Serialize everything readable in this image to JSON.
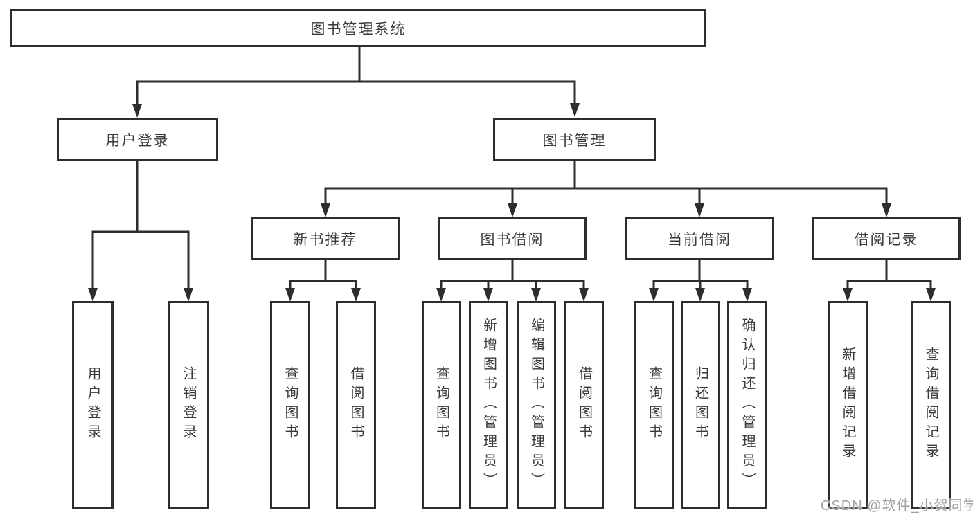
{
  "colors": {
    "line": "#2d2d2d",
    "box_background": "#ffffff",
    "label_text": "#3a3a3a",
    "watermark_text": "#9f9f9f"
  },
  "watermark": {
    "text": "CSDN @软件_小贺同学"
  },
  "tree": {
    "root": {
      "label": "图书管理系统"
    },
    "branches": [
      {
        "label": "用户登录",
        "children": [
          {
            "label": "用户登录"
          },
          {
            "label": "注销登录"
          }
        ]
      },
      {
        "label": "图书管理",
        "sections": [
          {
            "label": "新书推荐",
            "children": [
              {
                "label": "查询图书"
              },
              {
                "label": "借阅图书"
              }
            ]
          },
          {
            "label": "图书借阅",
            "children": [
              {
                "label": "查询图书"
              },
              {
                "label": "新增图书（管理员）"
              },
              {
                "label": "编辑图书（管理员）"
              },
              {
                "label": "借阅图书"
              }
            ]
          },
          {
            "label": "当前借阅",
            "children": [
              {
                "label": "查询图书"
              },
              {
                "label": "归还图书"
              },
              {
                "label": "确认归还（管理员）"
              }
            ]
          },
          {
            "label": "借阅记录",
            "children": [
              {
                "label": "新增借阅记录"
              },
              {
                "label": "查询借阅记录"
              }
            ]
          }
        ]
      }
    ]
  }
}
